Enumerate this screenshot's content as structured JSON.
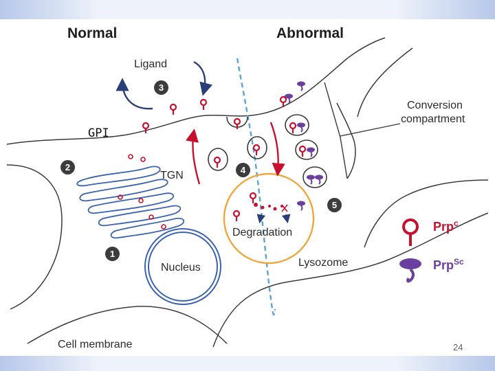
{
  "headings": {
    "normal": "Normal",
    "abnormal": "Abnormal"
  },
  "labels": {
    "ligand": "Ligand",
    "gpi": "GPI",
    "tgn": "TGN",
    "conversion_line1": "Conversion",
    "conversion_line2": "compartment",
    "degradation": "Degradation",
    "nucleus": "Nucleus",
    "lysozome": "Lysozome",
    "cell_membrane": "Cell membrane"
  },
  "steps": [
    "1",
    "2",
    "3",
    "4",
    "5"
  ],
  "legend": {
    "prpc_base": "Prp",
    "prpc_sup": "c",
    "prpsc_base": "Prp",
    "prpsc_sup": "Sc"
  },
  "page_number": "24",
  "colors": {
    "prpc": "#c8102e",
    "prpsc": "#6b3fa0",
    "golgi": "#3b63b3",
    "lysosome": "#f0a63a",
    "divider": "#5aa3d6",
    "arrow_blue": "#2a3f7a",
    "arrow_red": "#c8102e"
  }
}
